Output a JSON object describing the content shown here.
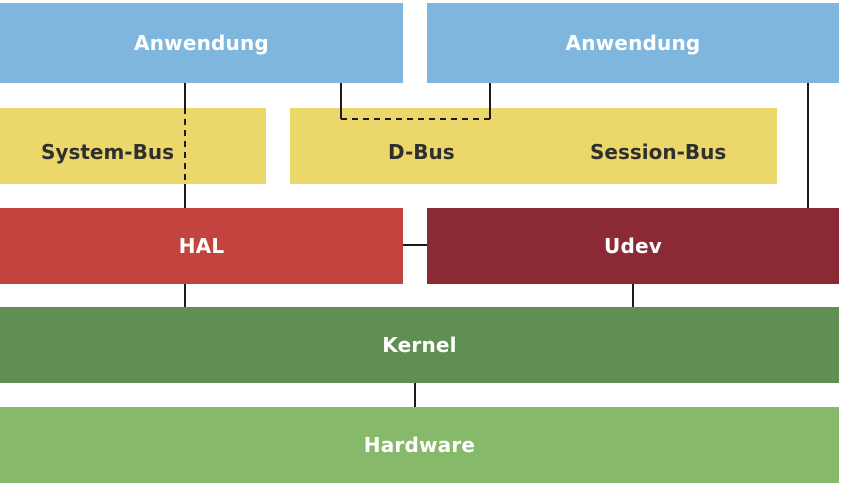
{
  "layers": {
    "app_left": {
      "label": "Anwendung"
    },
    "app_right": {
      "label": "Anwendung"
    },
    "bus_system": {
      "label": "System-Bus"
    },
    "bus_dbus": {
      "label": "D-Bus"
    },
    "bus_session": {
      "label": "Session-Bus"
    },
    "hal": {
      "label": "HAL"
    },
    "udev": {
      "label": "Udev"
    },
    "kernel": {
      "label": "Kernel"
    },
    "hardware": {
      "label": "Hardware"
    }
  },
  "colors": {
    "application": "#7fb6de",
    "bus": "#ecd86a",
    "hal": "#c3433f",
    "udev": "#8b2a35",
    "kernel": "#5f8f52",
    "hardware": "#86b96a",
    "line": "#1a1a1a"
  }
}
